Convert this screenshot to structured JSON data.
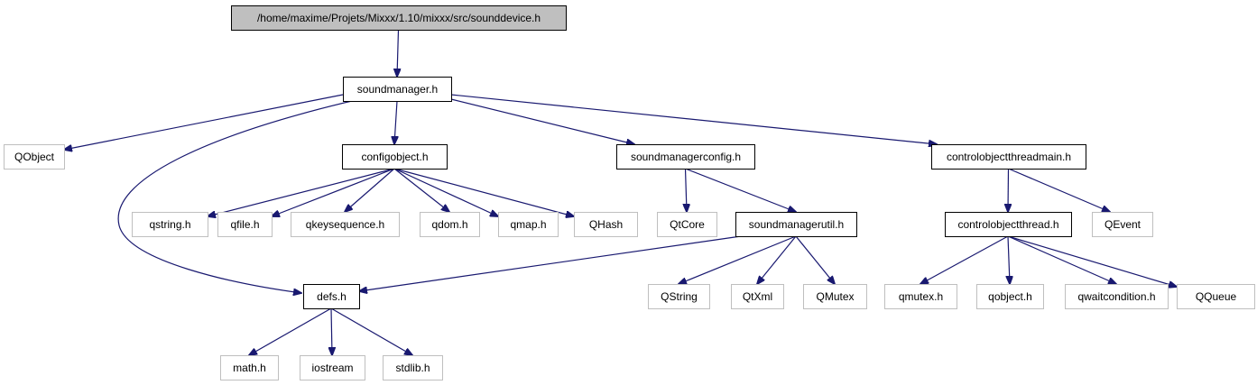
{
  "colors": {
    "edge": "#191970",
    "root_fill": "#bfbfbf",
    "root_border": "#000000",
    "local_fill": "#ffffff",
    "local_border": "#000000",
    "external_border": "#bfbfbf",
    "label": "#000000"
  },
  "nodes": [
    {
      "id": "sounddevice",
      "label": "/home/maxime/Projets/Mixxx/1.10/mixxx/src/sounddevice.h",
      "kind": "root"
    },
    {
      "id": "soundmanager",
      "label": "soundmanager.h",
      "kind": "local"
    },
    {
      "id": "QObject",
      "label": "QObject",
      "kind": "external"
    },
    {
      "id": "configobject",
      "label": "configobject.h",
      "kind": "local"
    },
    {
      "id": "soundmanagerconfig",
      "label": "soundmanagerconfig.h",
      "kind": "local"
    },
    {
      "id": "controlobjectthreadmain",
      "label": "controlobjectthreadmain.h",
      "kind": "local"
    },
    {
      "id": "qstring",
      "label": "qstring.h",
      "kind": "external"
    },
    {
      "id": "qfile",
      "label": "qfile.h",
      "kind": "external"
    },
    {
      "id": "qkeysequence",
      "label": "qkeysequence.h",
      "kind": "external"
    },
    {
      "id": "qdom",
      "label": "qdom.h",
      "kind": "external"
    },
    {
      "id": "qmap",
      "label": "qmap.h",
      "kind": "external"
    },
    {
      "id": "QHash",
      "label": "QHash",
      "kind": "external"
    },
    {
      "id": "QtCore",
      "label": "QtCore",
      "kind": "external"
    },
    {
      "id": "soundmanagerutil",
      "label": "soundmanagerutil.h",
      "kind": "local"
    },
    {
      "id": "controlobjectthread",
      "label": "controlobjectthread.h",
      "kind": "local"
    },
    {
      "id": "QEvent",
      "label": "QEvent",
      "kind": "external"
    },
    {
      "id": "defs",
      "label": "defs.h",
      "kind": "local"
    },
    {
      "id": "QString",
      "label": "QString",
      "kind": "external"
    },
    {
      "id": "QtXml",
      "label": "QtXml",
      "kind": "external"
    },
    {
      "id": "QMutex",
      "label": "QMutex",
      "kind": "external"
    },
    {
      "id": "qmutex",
      "label": "qmutex.h",
      "kind": "external"
    },
    {
      "id": "qobject",
      "label": "qobject.h",
      "kind": "external"
    },
    {
      "id": "qwaitcondition",
      "label": "qwaitcondition.h",
      "kind": "external"
    },
    {
      "id": "QQueue",
      "label": "QQueue",
      "kind": "external"
    },
    {
      "id": "math",
      "label": "math.h",
      "kind": "external"
    },
    {
      "id": "iostream",
      "label": "iostream",
      "kind": "external"
    },
    {
      "id": "stdlib",
      "label": "stdlib.h",
      "kind": "external"
    }
  ],
  "edges": [
    {
      "from": "sounddevice",
      "to": "soundmanager"
    },
    {
      "from": "soundmanager",
      "to": "QObject"
    },
    {
      "from": "soundmanager",
      "to": "configobject"
    },
    {
      "from": "soundmanager",
      "to": "soundmanagerconfig"
    },
    {
      "from": "soundmanager",
      "to": "controlobjectthreadmain"
    },
    {
      "from": "soundmanager",
      "to": "defs"
    },
    {
      "from": "configobject",
      "to": "qstring"
    },
    {
      "from": "configobject",
      "to": "qfile"
    },
    {
      "from": "configobject",
      "to": "qkeysequence"
    },
    {
      "from": "configobject",
      "to": "qdom"
    },
    {
      "from": "configobject",
      "to": "qmap"
    },
    {
      "from": "configobject",
      "to": "QHash"
    },
    {
      "from": "soundmanagerconfig",
      "to": "QtCore"
    },
    {
      "from": "soundmanagerconfig",
      "to": "soundmanagerutil"
    },
    {
      "from": "soundmanagerutil",
      "to": "defs"
    },
    {
      "from": "soundmanagerutil",
      "to": "QString"
    },
    {
      "from": "soundmanagerutil",
      "to": "QtXml"
    },
    {
      "from": "soundmanagerutil",
      "to": "QMutex"
    },
    {
      "from": "controlobjectthreadmain",
      "to": "controlobjectthread"
    },
    {
      "from": "controlobjectthreadmain",
      "to": "QEvent"
    },
    {
      "from": "controlobjectthread",
      "to": "qmutex"
    },
    {
      "from": "controlobjectthread",
      "to": "qobject"
    },
    {
      "from": "controlobjectthread",
      "to": "qwaitcondition"
    },
    {
      "from": "controlobjectthread",
      "to": "QQueue"
    },
    {
      "from": "defs",
      "to": "math"
    },
    {
      "from": "defs",
      "to": "iostream"
    },
    {
      "from": "defs",
      "to": "stdlib"
    }
  ]
}
